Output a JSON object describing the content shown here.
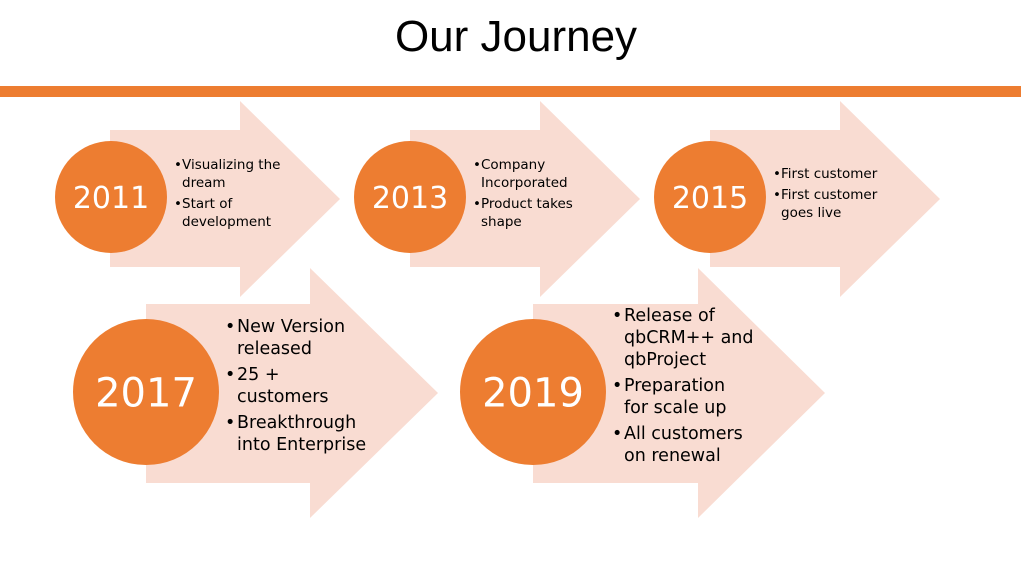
{
  "slide": {
    "title": "Our Journey"
  },
  "colors": {
    "accent": "#ED7D31",
    "arrow_fill": "#F9DCD2",
    "circle_text": "#FFFFFF",
    "body_text": "#000000"
  },
  "timeline": [
    {
      "year": "2011",
      "bullets": [
        [
          "Visualizing the",
          "dream"
        ],
        [
          "Start of",
          "development"
        ]
      ]
    },
    {
      "year": "2013",
      "bullets": [
        [
          "Company",
          "Incorporated"
        ],
        [
          "Product takes",
          "shape"
        ]
      ]
    },
    {
      "year": "2015",
      "bullets": [
        [
          "First customer"
        ],
        [
          "First customer",
          "goes live"
        ]
      ]
    },
    {
      "year": "2017",
      "bullets": [
        [
          "New Version",
          "released"
        ],
        [
          "25 +",
          "customers"
        ],
        [
          "Breakthrough",
          "into Enterprise"
        ]
      ]
    },
    {
      "year": "2019",
      "bullets": [
        [
          "Release of",
          "qbCRM++ and",
          "qbProject"
        ],
        [
          "Preparation",
          "for scale up"
        ],
        [
          "All customers",
          "on renewal"
        ]
      ]
    }
  ]
}
